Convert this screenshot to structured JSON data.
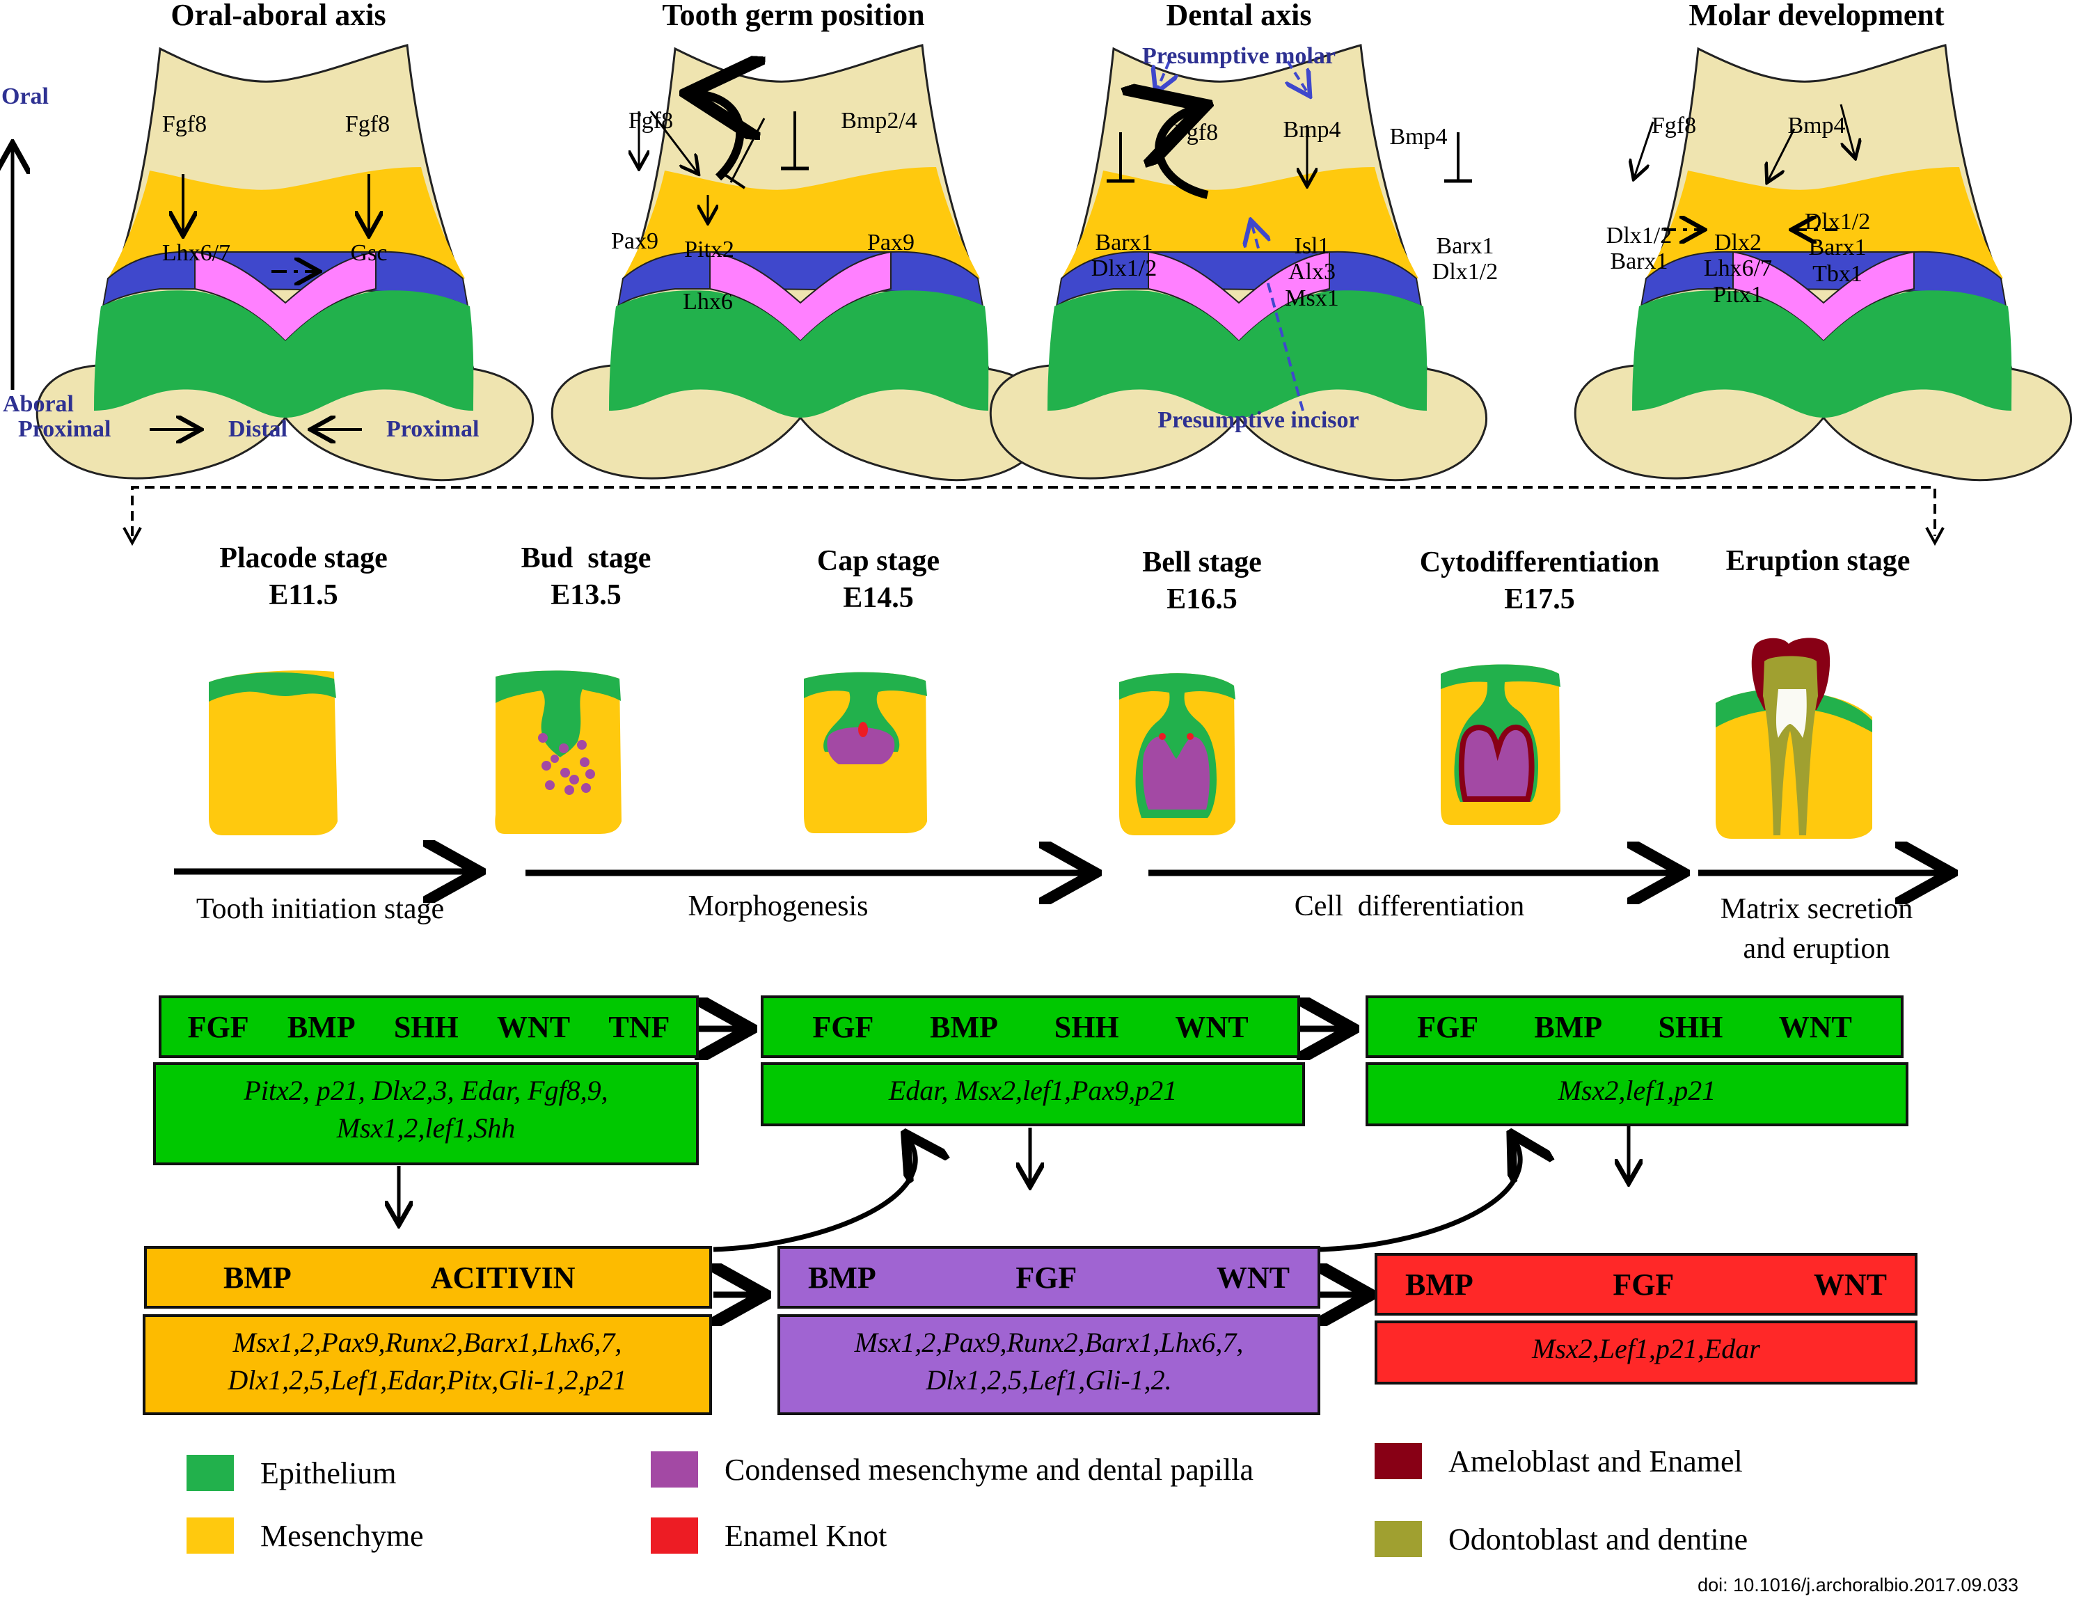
{
  "colors": {
    "epithelium": "#22b14c",
    "mesenchyme": "#ffc90e",
    "condensed_mesenchyme": "#a349a4",
    "enamel_knot": "#ed1c24",
    "ameloblast_enamel": "#880015",
    "odontoblast_dentine": "#a0a030",
    "jaw_background": "#efe4b0",
    "band_blue": "#3f48cc",
    "band_pink": "#ff80ff",
    "axis_text": "#2e3192",
    "box_green": "#00c800",
    "box_orange": "#fdbb00",
    "box_purple": "#a064d2",
    "box_red": "#ff2828"
  },
  "panels": [
    {
      "title": "Oral-aboral axis",
      "labels": [
        "Fgf8",
        "Fgf8",
        "Lhx6/7",
        "Gsc"
      ]
    },
    {
      "title": "Tooth germ position",
      "labels": [
        "Fgf8",
        "Bmp2/4",
        "Pax9",
        "Pitx2",
        "Pax9",
        "Lhx6"
      ]
    },
    {
      "title": "Dental axis",
      "labels": [
        "Fgf8",
        "Bmp4",
        "Bmp4",
        "Barx1\nDlx1/2",
        "Isl1\nAlx3\nMsx1",
        "Barx1\nDlx1/2"
      ],
      "annotations": [
        "Presumptive molar",
        "Presumptive incisor"
      ]
    },
    {
      "title": "Molar development",
      "labels": [
        "Fgf8",
        "Bmp4",
        "Dlx1/2\nBarx1",
        "Dlx2\nLhx6/7\nPitx1",
        "Dlx1/2\nBarx1\nTbx1"
      ]
    }
  ],
  "axes": {
    "oral": "Oral",
    "aboral": "Aboral",
    "proximal_left": "Proximal",
    "distal": "Distal",
    "proximal_right": "Proximal"
  },
  "stages": [
    {
      "name": "Placode stage",
      "day": "E11.5"
    },
    {
      "name": "Bud  stage",
      "day": "E13.5"
    },
    {
      "name": "Cap stage",
      "day": "E14.5"
    },
    {
      "name": "Bell stage",
      "day": "E16.5"
    },
    {
      "name": "Cytodifferentiation",
      "day": "E17.5"
    },
    {
      "name": "Eruption stage",
      "day": ""
    }
  ],
  "phases": [
    "Tooth initiation stage",
    "Morphogenesis",
    "Cell  differentiation",
    "Matrix secretion\nand eruption"
  ],
  "signaling": {
    "epithelial": [
      {
        "pathways": [
          "FGF",
          "BMP",
          "SHH",
          "WNT",
          "TNF"
        ],
        "genes": "Pitx2, p21, Dlx2,3, Edar, Fgf8,9,\nMsx1,2,lef1,Shh"
      },
      {
        "pathways": [
          "FGF",
          "BMP",
          "SHH",
          "WNT"
        ],
        "genes": "Edar, Msx2,lef1,Pax9,p21"
      },
      {
        "pathways": [
          "FGF",
          "BMP",
          "SHH",
          "WNT"
        ],
        "genes": "Msx2,lef1,p21"
      }
    ],
    "mesenchymal": [
      {
        "pathways": [
          "BMP",
          "ACITIVIN"
        ],
        "genes": "Msx1,2,Pax9,Runx2,Barx1,Lhx6,7,\nDlx1,2,5,Lef1,Edar,Pitx,Gli-1,2,p21"
      },
      {
        "pathways": [
          "BMP",
          "FGF",
          "WNT"
        ],
        "genes": "Msx1,2,Pax9,Runx2,Barx1,Lhx6,7,\nDlx1,2,5,Lef1,Gli-1,2."
      },
      {
        "pathways": [
          "BMP",
          "FGF",
          "WNT"
        ],
        "genes": "Msx2,Lef1,p21,Edar"
      }
    ]
  },
  "legend": [
    {
      "label": "Epithelium",
      "color": "#22b14c"
    },
    {
      "label": "Mesenchyme",
      "color": "#ffc90e"
    },
    {
      "label": "Condensed mesenchyme and dental papilla",
      "color": "#a349a4"
    },
    {
      "label": "Enamel Knot",
      "color": "#ed1c24"
    },
    {
      "label": "Ameloblast and Enamel",
      "color": "#880015"
    },
    {
      "label": "Odontoblast and dentine",
      "color": "#a0a030"
    }
  ],
  "doi": "doi: 10.1016/j.archoralbio.2017.09.033"
}
